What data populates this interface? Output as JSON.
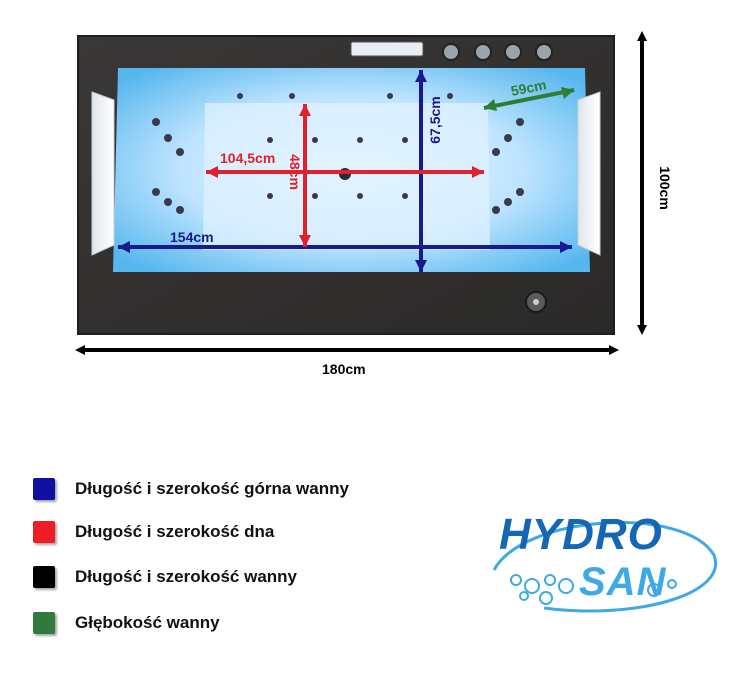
{
  "colors": {
    "upper_dims": "#1a1a8c",
    "bottom_dims": "#e0202a",
    "overall_dims": "#000000",
    "depth": "#2e7d32",
    "logo_blue": "#1566b7",
    "logo_light": "#3fa9e6"
  },
  "dimensions": {
    "outer_length": "180cm",
    "outer_width": "100cm",
    "upper_length": "154cm",
    "upper_width": "67,5cm",
    "bottom_length": "104,5cm",
    "bottom_width": "48cm",
    "depth": "59cm"
  },
  "legend": [
    {
      "label": "Długość i szerokość górna wanny",
      "color": "#0f0fa0"
    },
    {
      "label": "Długość i szerokość dna",
      "color": "#ee1c24"
    },
    {
      "label": "Długość i szerokość wanny",
      "color": "#000000"
    },
    {
      "label": "Głębokość wanny",
      "color": "#2f7a3c"
    }
  ],
  "logo": {
    "line1": "HYDRO",
    "line2": "SAN"
  },
  "icons": [
    "control-panel-icon",
    "knob-icon",
    "drain-icon",
    "water-bubbles-icon"
  ]
}
